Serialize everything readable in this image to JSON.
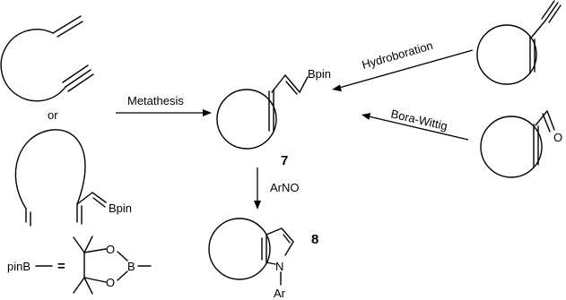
{
  "scheme": {
    "reagents": {
      "metathesis": "Metathesis",
      "hydroboration": "Hydroboration",
      "bora_wittig": "Bora-Wittig",
      "arno": "ArNO"
    },
    "connector_or": "or",
    "compounds": {
      "c7": "7",
      "c8": "8"
    },
    "atoms": {
      "bpin_left": "Bpin",
      "bpin_center": "Bpin",
      "oxygen_aldehyde": "O",
      "nitrogen": "N",
      "aryl": "Ar"
    },
    "legend": {
      "pinb_label": "pinB",
      "equals": "=",
      "ring_boron": "B",
      "ring_oxygen_top": "O",
      "ring_oxygen_bottom": "O"
    }
  }
}
